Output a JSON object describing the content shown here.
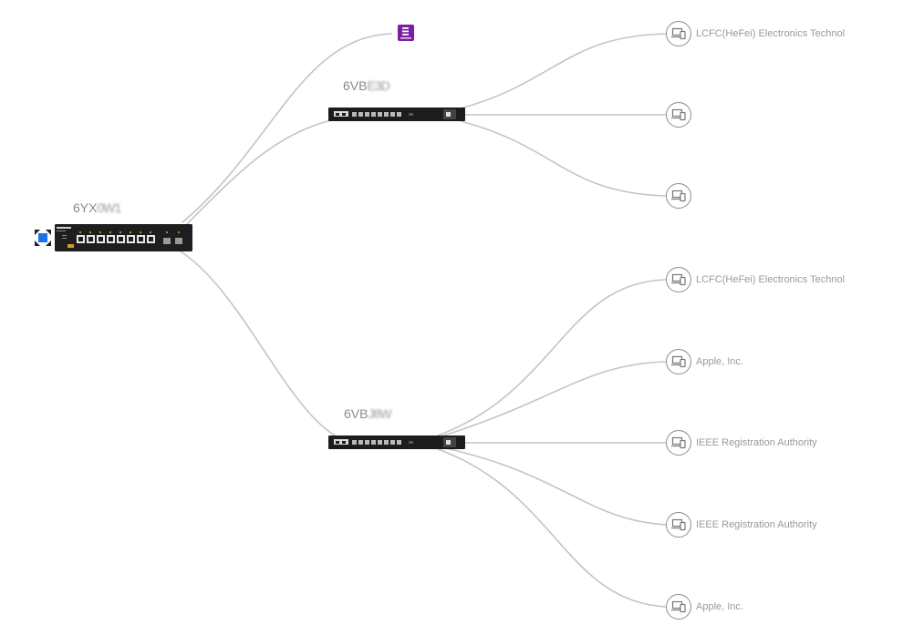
{
  "topology": {
    "link_color": "#c4c4c4",
    "root_switch": {
      "label_visible": "6YX",
      "label_obscured": "0W1",
      "icon": "router-switch-icon",
      "icon_color": "#1a73e8"
    },
    "access_point": {
      "icon": "wireless-ap-icon",
      "color": "#7a1fa2"
    },
    "switch_a": {
      "label_visible": "6VB",
      "label_obscured": "E3D"
    },
    "switch_b": {
      "label_visible": "6VB",
      "label_obscured": "J8W"
    },
    "clients": [
      {
        "label": "LCFC(HeFei) Electronics Technol",
        "icon": "laptop-phone-icon"
      },
      {
        "label": "",
        "icon": "laptop-phone-icon"
      },
      {
        "label": "",
        "icon": "laptop-phone-icon"
      },
      {
        "label": "LCFC(HeFei) Electronics Technol",
        "icon": "laptop-phone-icon"
      },
      {
        "label": "Apple, Inc.",
        "icon": "laptop-phone-icon"
      },
      {
        "label": "IEEE Registration Authority",
        "icon": "laptop-phone-icon"
      },
      {
        "label": "IEEE Registration Authority",
        "icon": "laptop-phone-icon"
      },
      {
        "label": "Apple, Inc.",
        "icon": "laptop-phone-icon"
      }
    ]
  }
}
